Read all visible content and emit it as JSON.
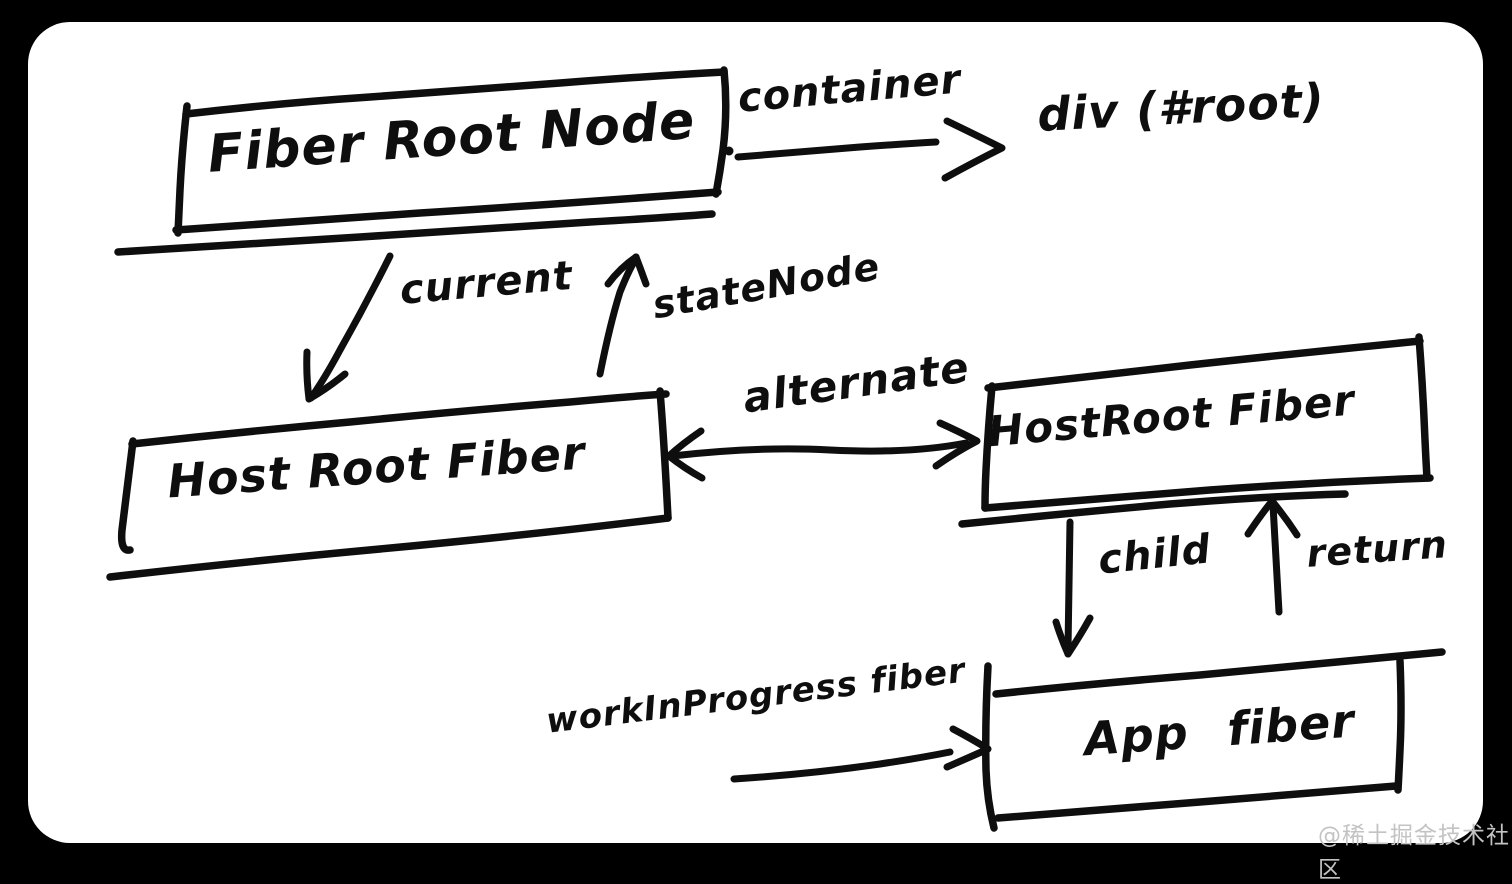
{
  "colors": {
    "ink": "#0e0e0e",
    "canvas": "#ffffff",
    "frame": "#000000",
    "watermark": "#c3c3c3"
  },
  "nodes": {
    "fiber_root_node": {
      "label": "Fiber Root Node"
    },
    "div_root": {
      "label": "div (#root)"
    },
    "host_root_fiber": {
      "label": "Host Root Fiber"
    },
    "host_root_fiber_alt": {
      "label": "HostRoot Fiber"
    },
    "app_fiber": {
      "label": "App fiber"
    }
  },
  "edges": {
    "container": {
      "label": "container",
      "from": "fiber_root_node",
      "to": "div_root"
    },
    "current": {
      "label": "current",
      "from": "fiber_root_node",
      "to": "host_root_fiber"
    },
    "state_node": {
      "label": "stateNode",
      "from": "host_root_fiber",
      "to": "fiber_root_node"
    },
    "alternate": {
      "label": "alternate",
      "from": "host_root_fiber",
      "to": "host_root_fiber_alt",
      "bidirectional": true
    },
    "child": {
      "label": "child",
      "from": "host_root_fiber_alt",
      "to": "app_fiber"
    },
    "return": {
      "label": "return",
      "from": "app_fiber",
      "to": "host_root_fiber_alt"
    },
    "work_in_progress": {
      "label": "workInProgress fiber",
      "to": "app_fiber"
    }
  },
  "watermark": {
    "text": "@稀土掘金技术社区"
  }
}
